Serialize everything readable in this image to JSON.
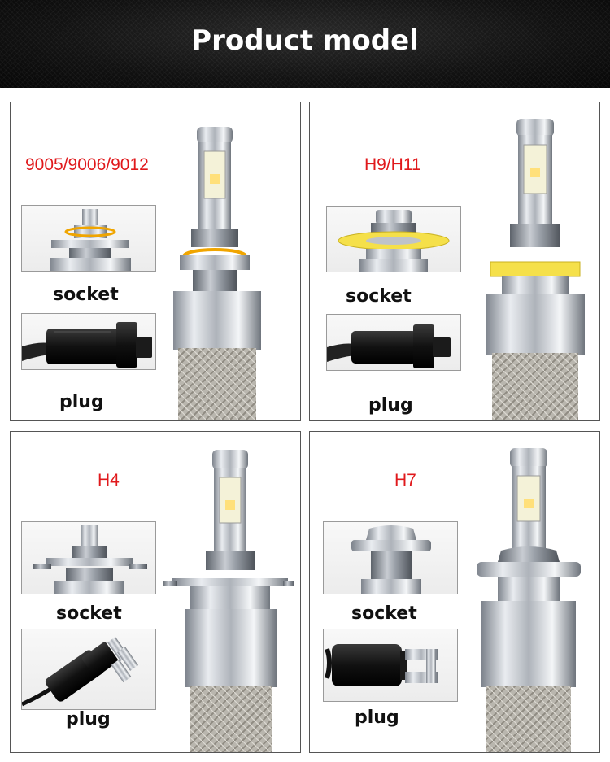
{
  "header": {
    "title": "Product model"
  },
  "panels": [
    {
      "model": "9005/9006/9012",
      "socket_label": "socket",
      "plug_label": "plug"
    },
    {
      "model": "H9/H11",
      "socket_label": "socket",
      "plug_label": "plug"
    },
    {
      "model": "H4",
      "socket_label": "socket",
      "plug_label": "plug"
    },
    {
      "model": "H7",
      "socket_label": "socket",
      "plug_label": "plug"
    }
  ],
  "colors": {
    "model_label": "#e0191c",
    "orange_ring": "#f0a500",
    "yellow_ring": "#f5e04a",
    "chrome": "#c9ccd2",
    "plug_black": "#151515"
  }
}
